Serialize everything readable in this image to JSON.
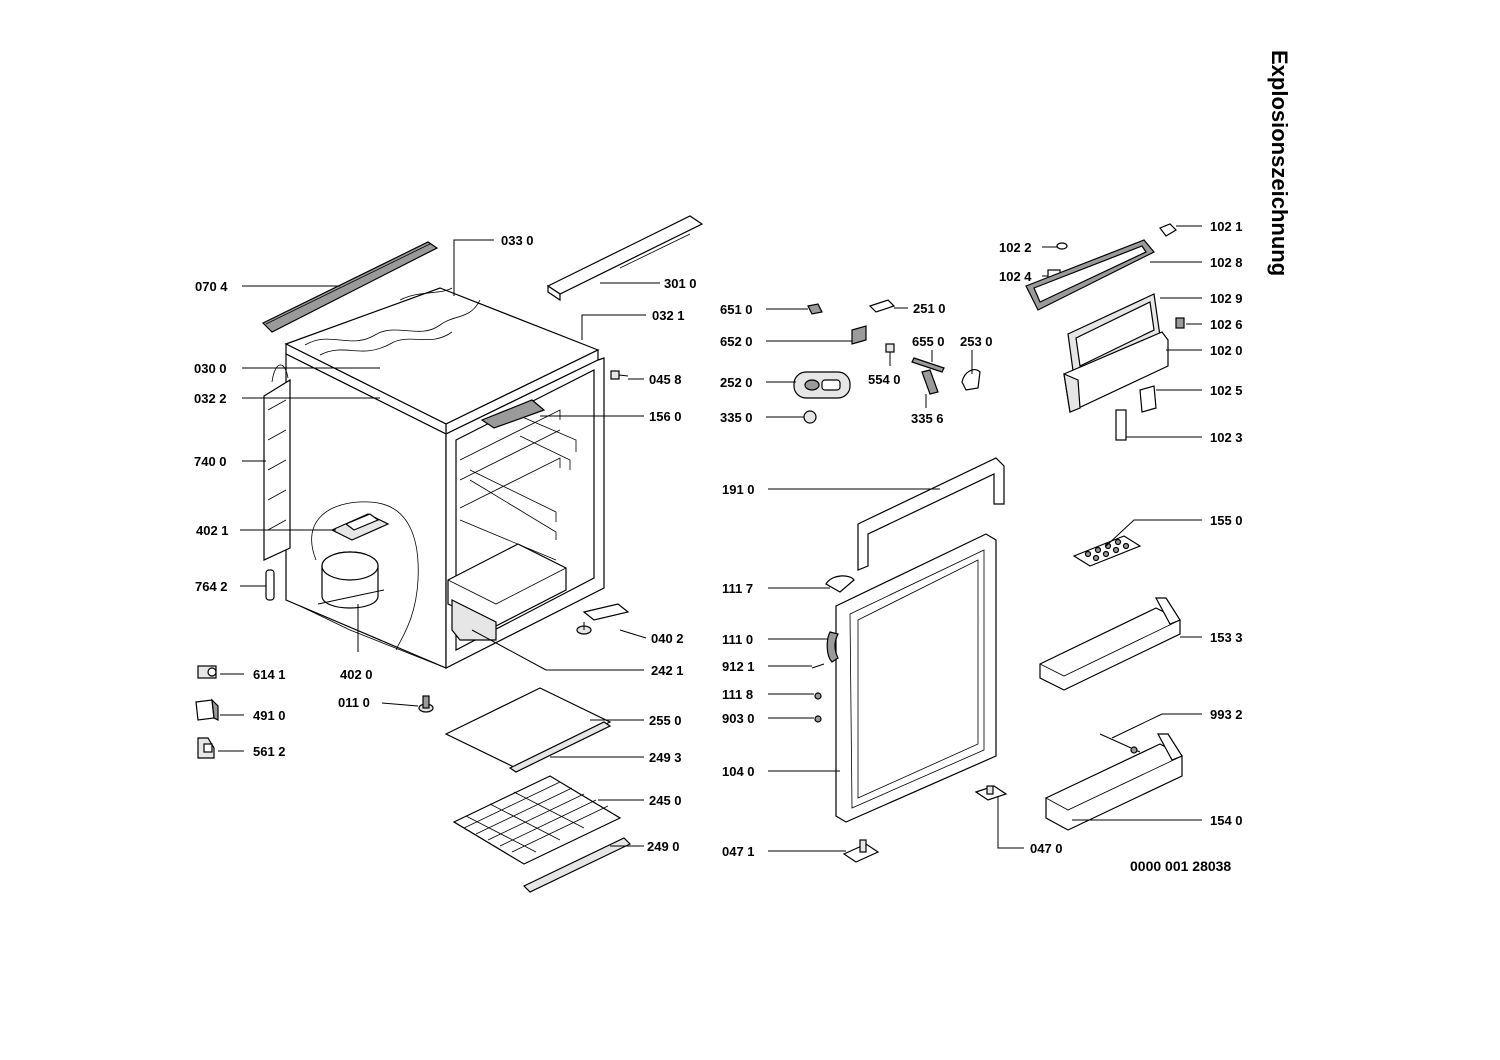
{
  "title": "Explosionszeichnung",
  "document_number": "0000 001 28038",
  "parts": [
    {
      "id": "033 0"
    },
    {
      "id": "301 0"
    },
    {
      "id": "070 4"
    },
    {
      "id": "032 1"
    },
    {
      "id": "030 0"
    },
    {
      "id": "045 8"
    },
    {
      "id": "032 2"
    },
    {
      "id": "156 0"
    },
    {
      "id": "740 0"
    },
    {
      "id": "402 1"
    },
    {
      "id": "764 2"
    },
    {
      "id": "040 2"
    },
    {
      "id": "402 0"
    },
    {
      "id": "242 1"
    },
    {
      "id": "614 1"
    },
    {
      "id": "011 0"
    },
    {
      "id": "491 0"
    },
    {
      "id": "255 0"
    },
    {
      "id": "561 2"
    },
    {
      "id": "249 3"
    },
    {
      "id": "245 0"
    },
    {
      "id": "249 0"
    },
    {
      "id": "651 0"
    },
    {
      "id": "251 0"
    },
    {
      "id": "652 0"
    },
    {
      "id": "655 0"
    },
    {
      "id": "253 0"
    },
    {
      "id": "554 0"
    },
    {
      "id": "252 0"
    },
    {
      "id": "335 0"
    },
    {
      "id": "335 6"
    },
    {
      "id": "191 0"
    },
    {
      "id": "111 7"
    },
    {
      "id": "111 0"
    },
    {
      "id": "912 1"
    },
    {
      "id": "111 8"
    },
    {
      "id": "903 0"
    },
    {
      "id": "104 0"
    },
    {
      "id": "047 1"
    },
    {
      "id": "047 0"
    },
    {
      "id": "102 1"
    },
    {
      "id": "102 2"
    },
    {
      "id": "102 8"
    },
    {
      "id": "102 4"
    },
    {
      "id": "102 9"
    },
    {
      "id": "102 6"
    },
    {
      "id": "102 0"
    },
    {
      "id": "102 5"
    },
    {
      "id": "102 3"
    },
    {
      "id": "155 0"
    },
    {
      "id": "153 3"
    },
    {
      "id": "993 2"
    },
    {
      "id": "154 0"
    }
  ]
}
